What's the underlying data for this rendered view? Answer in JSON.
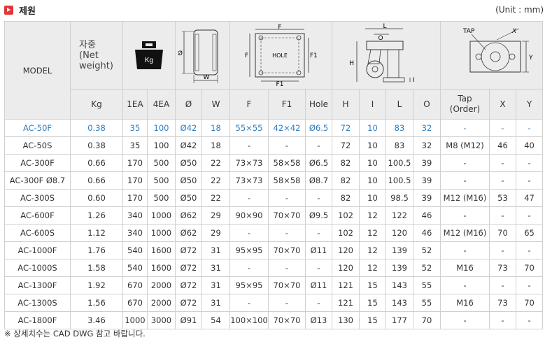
{
  "title": "제원",
  "unit": "(Unit : mm)",
  "header": {
    "model": "MODEL",
    "weight_label": "자중\n(Net\nweight)",
    "kg_icon_text": "Kg",
    "labels": [
      "Kg",
      "1EA",
      "4EA",
      "Ø",
      "W",
      "F",
      "F1",
      "Hole",
      "H",
      "I",
      "L",
      "O",
      "Tap\n(Order)",
      "X",
      "Y"
    ],
    "diagram_wheel": {
      "phi": "Ø",
      "w": "W"
    },
    "diagram_plate": {
      "f": "F",
      "f_side": "F",
      "f1_side": "F1",
      "f1_bottom": "F1",
      "hole": "HOLE"
    },
    "diagram_side": {
      "l": "L",
      "o": "O",
      "h": "H",
      "i": "I"
    },
    "diagram_top": {
      "tap": "TAP",
      "x": "X",
      "y": "Y"
    }
  },
  "rows": [
    [
      "AC-50F",
      "0.38",
      "35",
      "100",
      "Ø42",
      "18",
      "55×55",
      "42×42",
      "Ø6.5",
      "72",
      "10",
      "83",
      "32",
      "-",
      "-",
      "-"
    ],
    [
      "AC-50S",
      "0.38",
      "35",
      "100",
      "Ø42",
      "18",
      "-",
      "-",
      "-",
      "72",
      "10",
      "83",
      "32",
      "M8 (M12)",
      "46",
      "40"
    ],
    [
      "AC-300F",
      "0.66",
      "170",
      "500",
      "Ø50",
      "22",
      "73×73",
      "58×58",
      "Ø6.5",
      "82",
      "10",
      "100.5",
      "39",
      "-",
      "-",
      "-"
    ],
    [
      "AC-300F Ø8.7",
      "0.66",
      "170",
      "500",
      "Ø50",
      "22",
      "73×73",
      "58×58",
      "Ø8.7",
      "82",
      "10",
      "100.5",
      "39",
      "-",
      "-",
      "-"
    ],
    [
      "AC-300S",
      "0.60",
      "170",
      "500",
      "Ø50",
      "22",
      "-",
      "-",
      "-",
      "82",
      "10",
      "98.5",
      "39",
      "M12 (M16)",
      "53",
      "47"
    ],
    [
      "AC-600F",
      "1.26",
      "340",
      "1000",
      "Ø62",
      "29",
      "90×90",
      "70×70",
      "Ø9.5",
      "102",
      "12",
      "122",
      "46",
      "-",
      "-",
      "-"
    ],
    [
      "AC-600S",
      "1.12",
      "340",
      "1000",
      "Ø62",
      "29",
      "-",
      "-",
      "-",
      "102",
      "12",
      "120",
      "46",
      "M12 (M16)",
      "70",
      "65"
    ],
    [
      "AC-1000F",
      "1.76",
      "540",
      "1600",
      "Ø72",
      "31",
      "95×95",
      "70×70",
      "Ø11",
      "120",
      "12",
      "139",
      "52",
      "-",
      "-",
      "-"
    ],
    [
      "AC-1000S",
      "1.58",
      "540",
      "1600",
      "Ø72",
      "31",
      "-",
      "-",
      "-",
      "120",
      "12",
      "139",
      "52",
      "M16",
      "73",
      "70"
    ],
    [
      "AC-1300F",
      "1.92",
      "670",
      "2000",
      "Ø72",
      "31",
      "95×95",
      "70×70",
      "Ø11",
      "121",
      "15",
      "143",
      "55",
      "-",
      "-",
      "-"
    ],
    [
      "AC-1300S",
      "1.56",
      "670",
      "2000",
      "Ø72",
      "31",
      "-",
      "-",
      "-",
      "121",
      "15",
      "143",
      "55",
      "M16",
      "73",
      "70"
    ],
    [
      "AC-1800F",
      "3.46",
      "1000",
      "3000",
      "Ø91",
      "54",
      "100×100",
      "70×70",
      "Ø13",
      "130",
      "15",
      "177",
      "70",
      "-",
      "-",
      "-"
    ]
  ],
  "footnote": "※ 상세치수는 CAD DWG 참고 바랍니다.",
  "colors": {
    "accent": "#e23737",
    "highlight_row": "#2c7dc3",
    "header_bg": "#ececec",
    "border": "#d0d0d0"
  },
  "icons": {
    "title": "red-arrow-icon",
    "weight": "weight-icon"
  }
}
